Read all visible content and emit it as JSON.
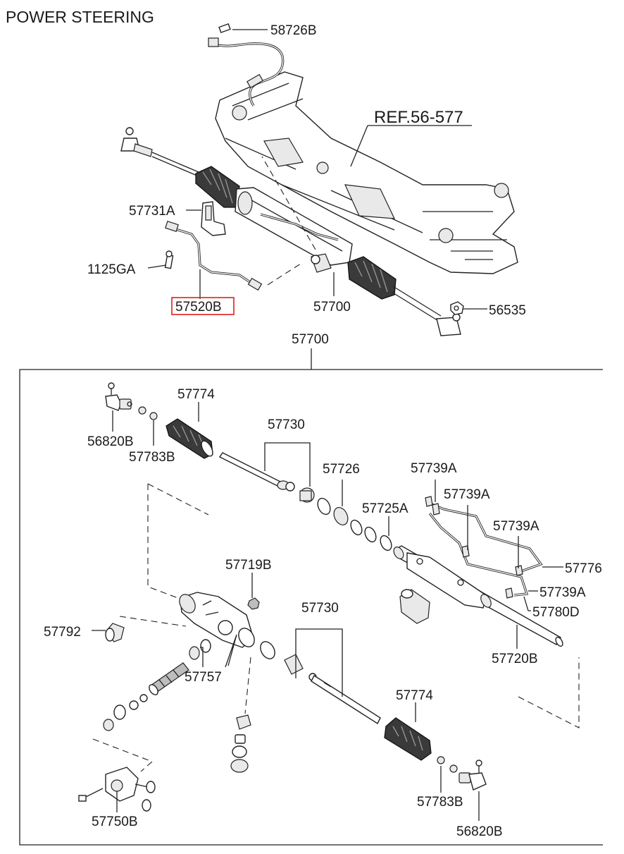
{
  "title": "POWER STEERING",
  "ref_label": "REF.56-577",
  "highlight_color": "#e0201b",
  "labels": {
    "p58726B": "58726B",
    "p57731A": "57731A",
    "p1125GA": "1125GA",
    "p57520B": "57520B",
    "p57700_top": "57700",
    "p56535": "56535",
    "p57700_box": "57700",
    "p57774_a": "57774",
    "p56820B_a": "56820B",
    "p57783B_a": "57783B",
    "p57730_a": "57730",
    "p57726": "57726",
    "p57739A_a": "57739A",
    "p57739A_b": "57739A",
    "p57725A": "57725A",
    "p57739A_c": "57739A",
    "p57776": "57776",
    "p57719B": "57719B",
    "p57739A_d": "57739A",
    "p57780D": "57780D",
    "p57792": "57792",
    "p57730_b": "57730",
    "p57720B": "57720B",
    "p57757": "57757",
    "p57774_b": "57774",
    "p57783B_b": "57783B",
    "p57750B": "57750B",
    "p56820B_b": "56820B"
  }
}
